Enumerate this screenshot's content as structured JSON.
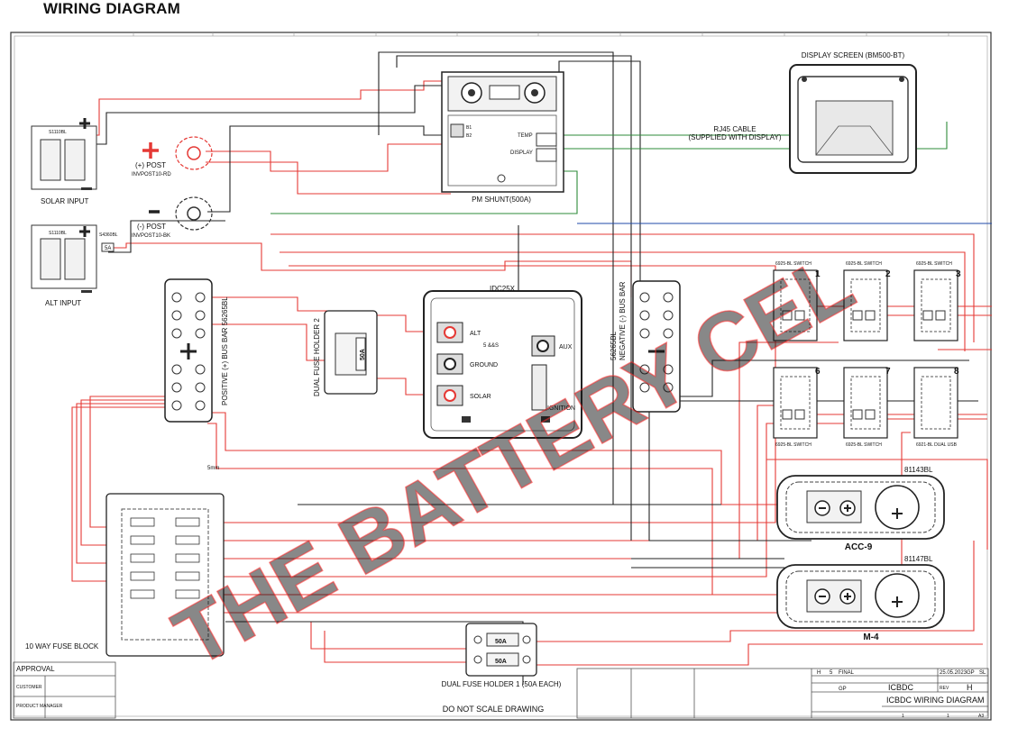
{
  "title": "WIRING DIAGRAM",
  "components": {
    "display_screen": "DISPLAY SCREEN (BM500-BT)",
    "rj45_cable": "RJ45 CABLE",
    "rj45_note": "(SUPPLIED WITH DISPLAY)",
    "pm_shunt": "PM SHUNT(500A)",
    "shunt_temp": "TEMP",
    "shunt_display": "DISPLAY",
    "shunt_b1": "B1",
    "shunt_b2": "B2",
    "solar_input": "SOLAR INPUT",
    "alt_input": "ALT INPUT",
    "solar_part": "S1110BL",
    "alt_part": "S1110BL",
    "fuse_part": "S4360BL",
    "fuse_5a": "5A",
    "pos_post": "(+) POST",
    "pos_post_part": "INVPOST10-RD",
    "neg_post": "(-) POST",
    "neg_post_part": "INVPOST10-BK",
    "pos_bus_bar": "POSITIVE (+) BUS BAR 56265BL",
    "neg_bus_bar": "56265BL",
    "neg_bus_bar2": "NEGATIVE (-) BUS BAR",
    "dual_fuse_2": "DUAL FUSE HOLDER 2",
    "fuse_50a": "50A",
    "idc": "IDC25X",
    "idc_alt": "ALT",
    "idc_ground": "GROUND",
    "idc_solar": "SOLAR",
    "idc_aux": "AUX",
    "idc_ignition": "IGNITION",
    "idc_mid": "5 &&S",
    "wire_note": "5mm",
    "fuse_block": "10 WAY FUSE BLOCK",
    "dual_fuse_1": "DUAL FUSE HOLDER 1  (50A EACH)",
    "dont_scale": "DO NOT SCALE DRAWING",
    "acc9_part": "81143BL",
    "acc9": "ACC-9",
    "m4_part": "81147BL",
    "m4": "M-4",
    "switch_label": "6925-BL SWITCH",
    "switch_usb_label": "6921-BL DUAL USB",
    "switch_numbers": [
      "1",
      "2",
      "3",
      "6",
      "7",
      "8"
    ]
  },
  "title_block": {
    "approval": "APPROVAL",
    "customer": "CUSTOMER",
    "product_manager": "PRODUCT\nMANAGER",
    "rev_h": "H",
    "rev_5": "5",
    "final": "FINAL",
    "date": "25.05.2023",
    "initials": "GP",
    "sl": "SL",
    "file": "ICBDC",
    "rev_label": "REV",
    "rev": "H",
    "drawing_title": "ICBDC WIRING DIAGRAM",
    "engineer": "GP",
    "sheet": "1",
    "sheet_of": "1",
    "size": "A3"
  },
  "watermark": "THE BATTERY CEL",
  "colors": {
    "wire_red": "#e53935",
    "wire_black": "#222222",
    "wire_green": "#2e8b3a",
    "wire_blue": "#1f4aa8",
    "watermark": "#ff2a2a"
  }
}
